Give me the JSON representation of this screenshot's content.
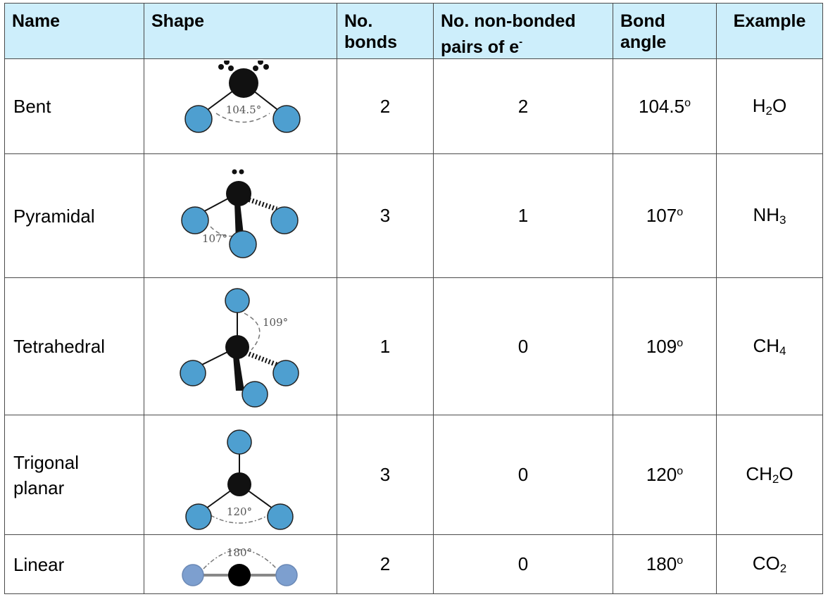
{
  "header": {
    "name": "Name",
    "shape": "Shape",
    "bonds": [
      "No.",
      "bonds"
    ],
    "nonbonded": [
      "No. non-bonded",
      "pairs of e"
    ],
    "nonbonded_sup": "-",
    "angle": [
      "Bond",
      "angle"
    ],
    "example": "Example"
  },
  "degree_symbol": "o",
  "rows": [
    {
      "name": "Bent",
      "bonds": "2",
      "nonbonded": "2",
      "angle": "104.5",
      "example": [
        "H",
        "2",
        "O"
      ],
      "diagram_label": "104.5°"
    },
    {
      "name": "Pyramidal",
      "bonds": "3",
      "nonbonded": "1",
      "angle": "107",
      "example": [
        "NH",
        "3",
        ""
      ],
      "diagram_label": "107°"
    },
    {
      "name": "Tetrahedral",
      "bonds": "1",
      "nonbonded": "0",
      "angle": "109",
      "example": [
        "CH",
        "4",
        ""
      ],
      "diagram_label": "109°"
    },
    {
      "name": [
        "Trigonal",
        "planar"
      ],
      "bonds": "3",
      "nonbonded": "0",
      "angle": "120",
      "example": [
        "CH",
        "2",
        "O"
      ],
      "diagram_label": "120°"
    },
    {
      "name": "Linear",
      "bonds": "2",
      "nonbonded": "0",
      "angle": "180",
      "example": [
        "CO",
        "2",
        ""
      ],
      "diagram_label": "180°"
    }
  ],
  "colors": {
    "header_bg": "#cdeefb",
    "border": "#4a4a4a",
    "outer_atom": "#4e9fd0",
    "outer_atom_linear": "#7d9fcf",
    "central_atom": "#111111"
  }
}
